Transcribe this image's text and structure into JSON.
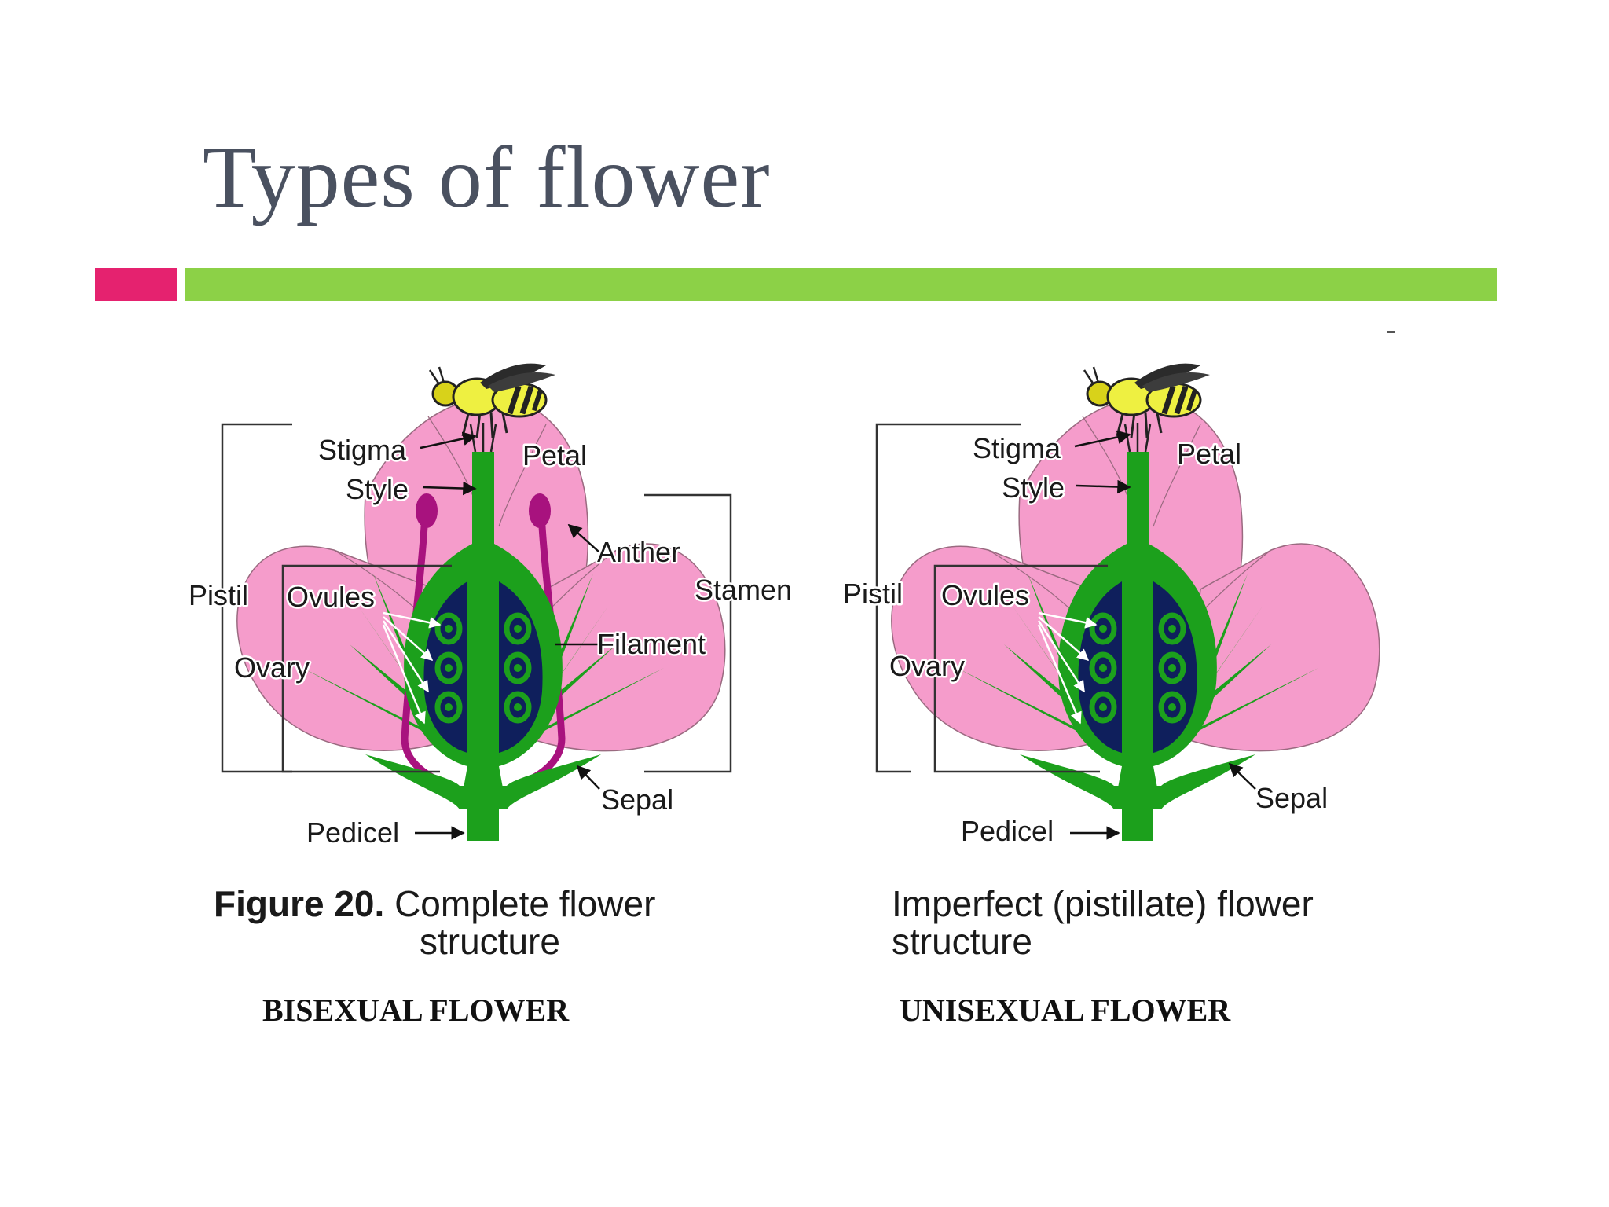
{
  "slide": {
    "title": "Types of flower",
    "accent_colors": {
      "pink": "#e5226f",
      "green": "#8cd147"
    }
  },
  "diagram_colors": {
    "petal": "#f59ccb",
    "green": "#1ca01c",
    "ovary_inner": "#0f1f5c",
    "stamen": "#a8127e",
    "bee_yellow": "#eef041"
  },
  "bisexual": {
    "labels": {
      "stigma": "Stigma",
      "style": "Style",
      "petal": "Petal",
      "anther": "Anther",
      "stamen": "Stamen",
      "pistil": "Pistil",
      "ovules": "Ovules",
      "ovary": "Ovary",
      "filament": "Filament",
      "sepal": "Sepal",
      "pedicel": "Pedicel"
    },
    "caption_bold": "Figure 20.",
    "caption_line1": "Complete flower",
    "caption_line2": "structure",
    "type_label": "BISEXUAL FLOWER"
  },
  "unisexual": {
    "labels": {
      "stigma": "Stigma",
      "style": "Style",
      "petal": "Petal",
      "pistil": "Pistil",
      "ovules": "Ovules",
      "ovary": "Ovary",
      "sepal": "Sepal",
      "pedicel": "Pedicel"
    },
    "caption_line1": "Imperfect (pistillate) flower",
    "caption_line2": "structure",
    "type_label": "UNISEXUAL FLOWER"
  }
}
